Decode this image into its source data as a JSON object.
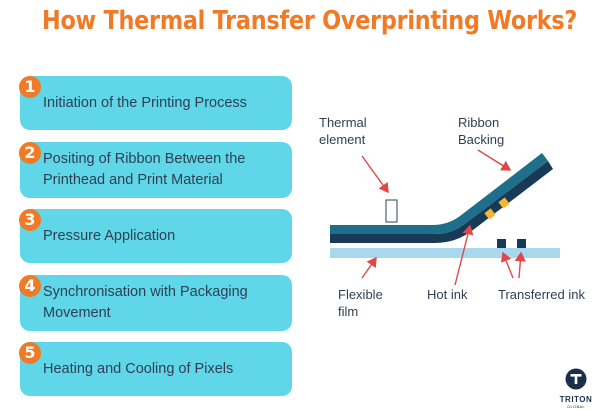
{
  "title": "How Thermal Transfer Overprinting Works?",
  "steps": [
    {
      "number": "1",
      "label": "Initiation of the Printing Process"
    },
    {
      "number": "2",
      "label": "Positing of Ribbon Between the Printhead and Print Material"
    },
    {
      "number": "3",
      "label": "Pressure Application"
    },
    {
      "number": "4",
      "label": "Synchronisation with Packaging Movement"
    },
    {
      "number": "5",
      "label": "Heating and Cooling of Pixels"
    }
  ],
  "diagram": {
    "thermal_element": [
      "Thermal",
      "element"
    ],
    "ribbon_backing": [
      "Ribbon",
      "Backing"
    ],
    "flexible_film": [
      "Flexible",
      "film"
    ],
    "hot_ink": "Hot ink",
    "transferred_ink": "Transferred ink"
  },
  "logo": {
    "name": "TRITON",
    "tagline": "GLOBAL"
  },
  "colors": {
    "title": "#F07A25",
    "step_background": "#5FD7E8",
    "badge": "#F07A25",
    "ribbon": "#1F6F8B",
    "ribbon_dark": "#173A56",
    "film": "#A9D7EE",
    "ink": "#F5B731",
    "arrow": "#E04848"
  }
}
